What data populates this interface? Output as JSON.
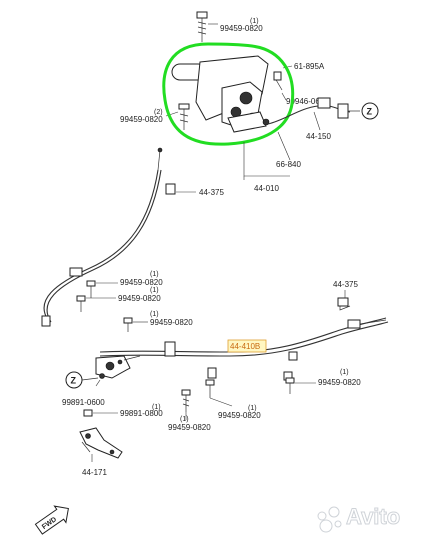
{
  "labels": {
    "bolt_top": "99459-0820",
    "bolt_top_qty": "(1)",
    "lever": "61-895A",
    "bolt_left": "99459-0820",
    "bolt_left_qty": "(2)",
    "screw": "99946-0600",
    "cable_front": "44-150",
    "cover": "66-840",
    "assembly": "44-010",
    "clip_upper": "44-375",
    "bolt_mid1": "99459-0820",
    "bolt_mid1_qty": "(1)",
    "bolt_mid2": "99459-0820",
    "bolt_mid2_qty": "(1)",
    "bolt_mid3": "99459-0820",
    "bolt_mid3_qty": "(1)",
    "clip_right": "44-375",
    "cable_rear": "44-410B",
    "bolt_right": "99459-0820",
    "bolt_right_qty": "(1)",
    "nut": "99891-0800",
    "nut_qty": "(1)",
    "nut2": "99891-0600",
    "bolt_bottom1": "99459-0820",
    "bolt_bottom1_qty": "(1)",
    "bolt_bottom2": "99459-0820",
    "bolt_bottom2_qty": "(1)",
    "bracket": "44-171"
  },
  "markers": {
    "z": "Z"
  },
  "direction": {
    "fwd": "FWD"
  },
  "colors": {
    "highlight_circle": "#22dd22",
    "highlight_label_bg": "#fff7c2",
    "highlight_label_text": "#c86a10"
  },
  "watermark": {
    "text": "Avito"
  }
}
